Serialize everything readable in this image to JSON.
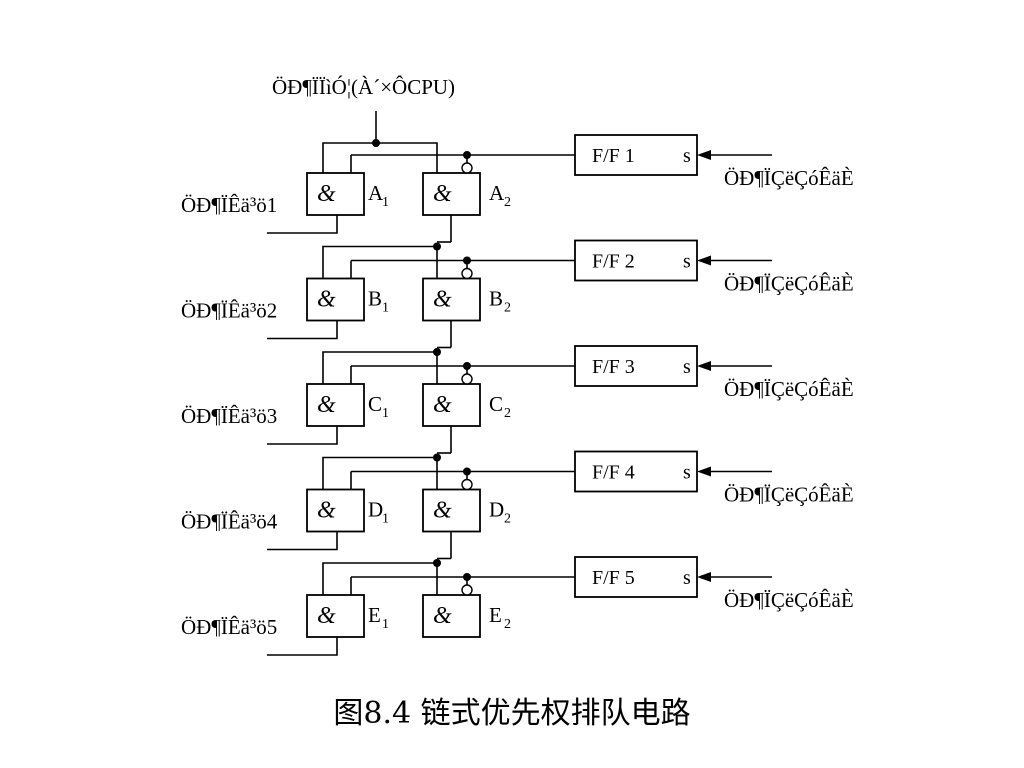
{
  "top_label": "ÖÐ¶ÏÏìÓ¦(À´×ÔCPU)",
  "gate_symbol": "&",
  "rows": [
    {
      "g1": "A",
      "g2": "A",
      "sub1": "1",
      "sub2": "2",
      "request": "ÖÐ¶ÏÊä³ö1",
      "ff": "F/F 1",
      "s": "s",
      "set_signal": "ÖÐ¶ÏÇëÇóÊäÈ"
    },
    {
      "g1": "B",
      "g2": "B",
      "sub1": "1",
      "sub2": "2",
      "request": "ÖÐ¶ÏÊä³ö2",
      "ff": "F/F 2",
      "s": "s",
      "set_signal": "ÖÐ¶ÏÇëÇóÊäÈ"
    },
    {
      "g1": "C",
      "g2": "C",
      "sub1": "1",
      "sub2": "2",
      "request": "ÖÐ¶ÏÊä³ö3",
      "ff": "F/F 3",
      "s": "s",
      "set_signal": "ÖÐ¶ÏÇëÇóÊäÈ"
    },
    {
      "g1": "D",
      "g2": "D",
      "sub1": "1",
      "sub2": "2",
      "request": "ÖÐ¶ÏÊä³ö4",
      "ff": "F/F 4",
      "s": "s",
      "set_signal": "ÖÐ¶ÏÇëÇóÊäÈ"
    },
    {
      "g1": "E",
      "g2": "E",
      "sub1": "1",
      "sub2": "2",
      "request": "ÖÐ¶ÏÊä³ö5",
      "ff": "F/F 5",
      "s": "s",
      "set_signal": "ÖÐ¶ÏÇëÇóÊäÈ"
    }
  ],
  "caption": "图8.4   链式优先权排队电路"
}
